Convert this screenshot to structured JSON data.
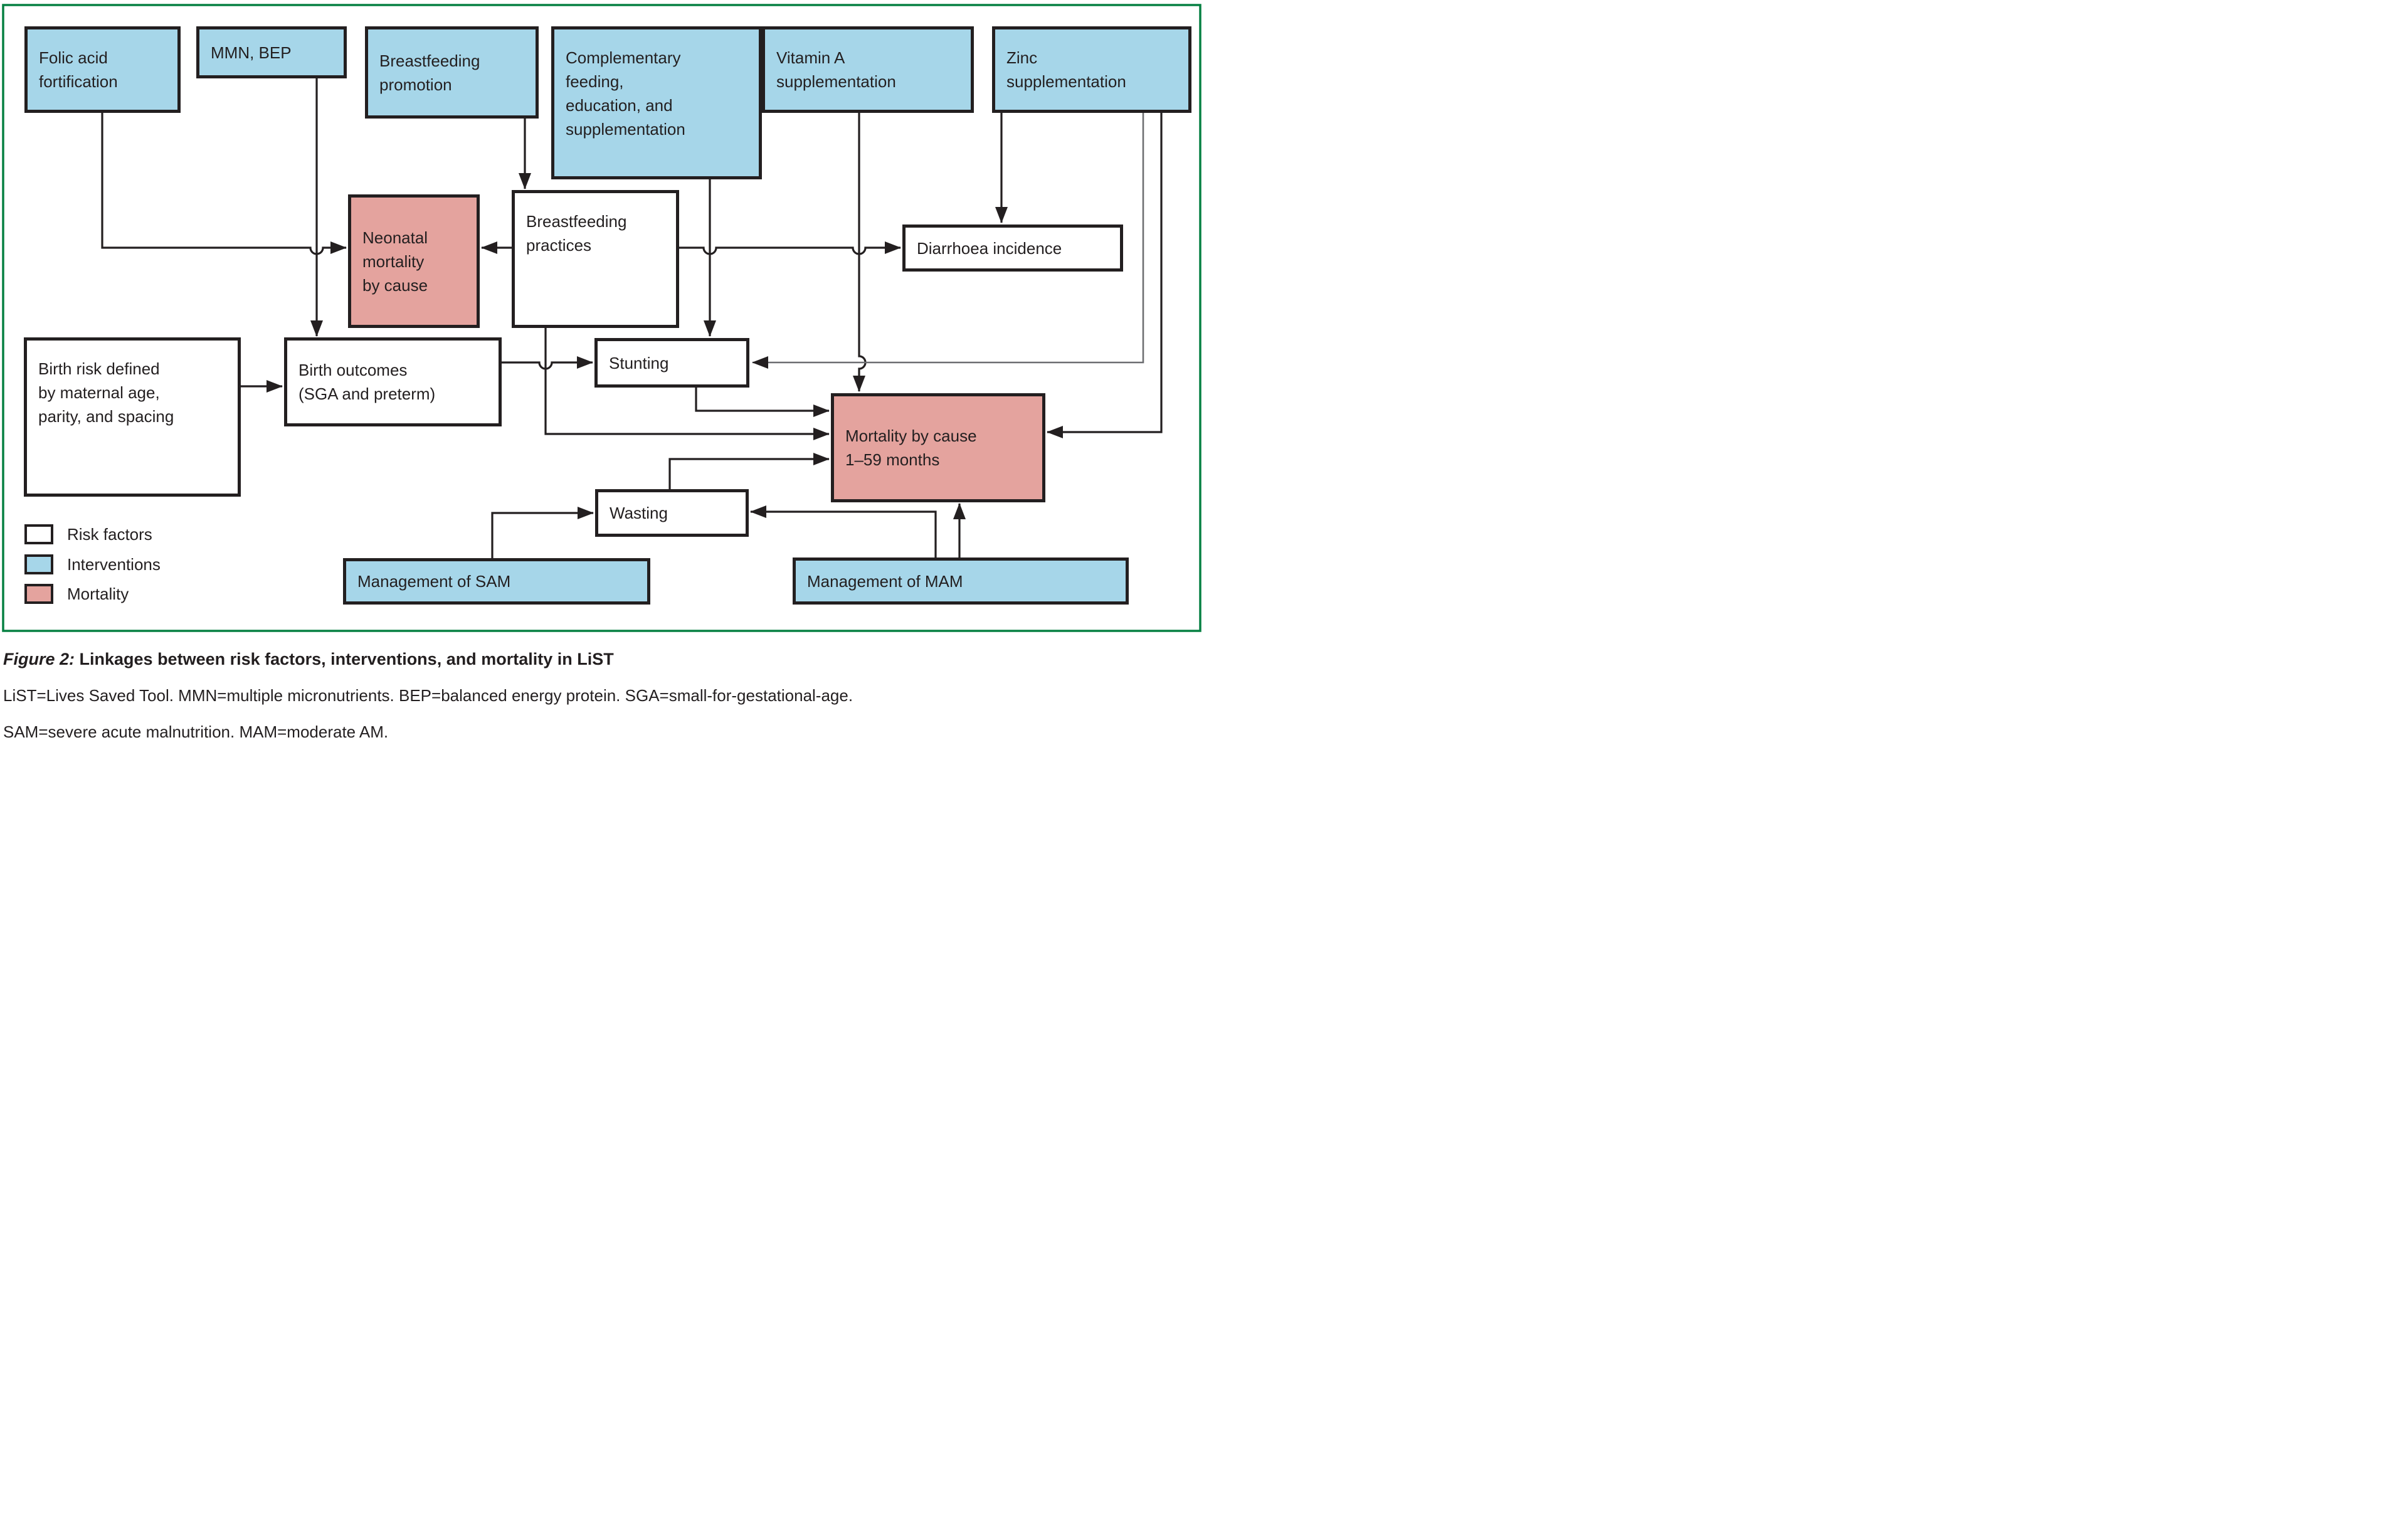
{
  "diagram": {
    "nodes": {
      "folic": {
        "label": "Folic acid\nfortification",
        "type": "intervention"
      },
      "mmn": {
        "label": "MMN, BEP",
        "type": "intervention"
      },
      "bf_promo": {
        "label": "Breastfeeding\npromotion",
        "type": "intervention"
      },
      "comp_feed": {
        "label": "Complementary\nfeeding,\neducation, and\nsupplementation",
        "type": "intervention"
      },
      "vit_a": {
        "label": "Vitamin A\nsupplementation",
        "type": "intervention"
      },
      "zinc": {
        "label": "Zinc\nsupplementation",
        "type": "intervention"
      },
      "neonatal": {
        "label": "Neonatal\nmortality\nby cause",
        "type": "mortality"
      },
      "bf_prac": {
        "label": "Breastfeeding\npractices",
        "type": "risk"
      },
      "diarrhoea": {
        "label": "Diarrhoea incidence",
        "type": "risk"
      },
      "birth_risk": {
        "label": "Birth risk defined\nby maternal age,\nparity, and spacing",
        "type": "risk"
      },
      "birth_out": {
        "label": "Birth outcomes\n(SGA and preterm)",
        "type": "risk"
      },
      "stunting": {
        "label": "Stunting",
        "type": "risk"
      },
      "mortality": {
        "label": "Mortality by cause\n1–59 months",
        "type": "mortality"
      },
      "wasting": {
        "label": "Wasting",
        "type": "risk"
      },
      "sam": {
        "label": "Management of SAM",
        "type": "intervention"
      },
      "mam": {
        "label": "Management of MAM",
        "type": "intervention"
      }
    },
    "legend": [
      {
        "label": "Risk factors",
        "type": "risk"
      },
      {
        "label": "Interventions",
        "type": "intervention"
      },
      {
        "label": "Mortality",
        "type": "mortality"
      }
    ],
    "colors": {
      "intervention": "#a6d6e9",
      "risk": "#ffffff",
      "mortality": "#e4a39e",
      "frame": "#068042",
      "line": "#231f20",
      "line_gray": "#6d6e71"
    }
  },
  "caption": {
    "figure_label": "Figure 2:",
    "title": " Linkages between risk factors, interventions, and mortality in LiST",
    "line2": "LiST=Lives Saved Tool. MMN=multiple micronutrients. BEP=balanced energy protein. SGA=small-for-gestational-age.",
    "line3": "SAM=severe acute malnutrition. MAM=moderate AM."
  }
}
